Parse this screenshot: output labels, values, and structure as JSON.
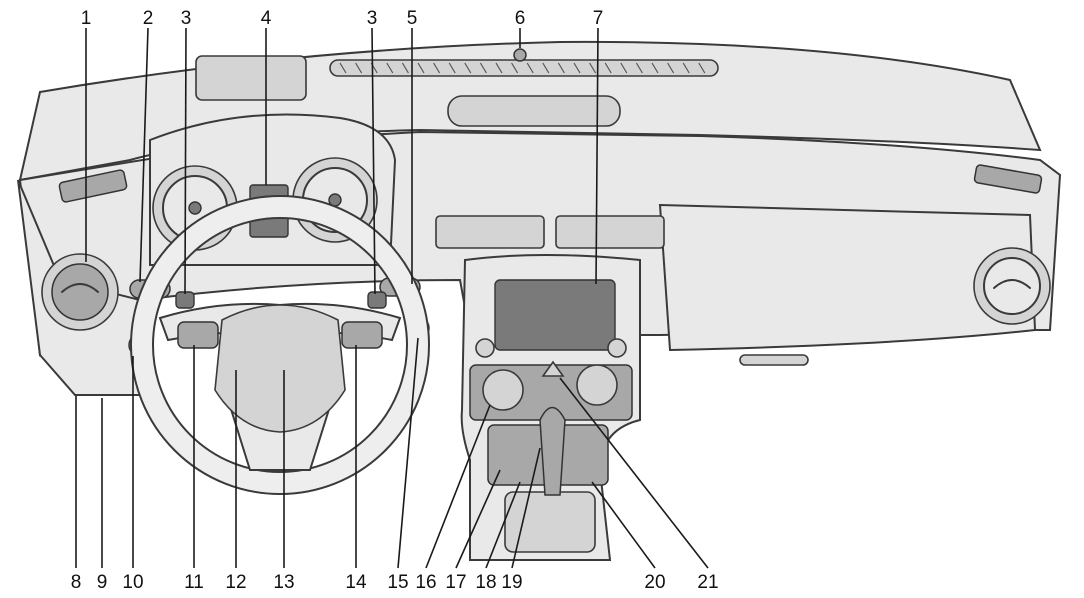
{
  "callouts_top": [
    {
      "id": "1",
      "label": "1"
    },
    {
      "id": "2",
      "label": "2"
    },
    {
      "id": "3a",
      "label": "3"
    },
    {
      "id": "4",
      "label": "4"
    },
    {
      "id": "3b",
      "label": "3"
    },
    {
      "id": "5",
      "label": "5"
    },
    {
      "id": "6",
      "label": "6"
    },
    {
      "id": "7",
      "label": "7"
    }
  ],
  "callouts_bottom": [
    {
      "id": "8",
      "label": "8"
    },
    {
      "id": "9",
      "label": "9"
    },
    {
      "id": "10",
      "label": "10"
    },
    {
      "id": "11",
      "label": "11"
    },
    {
      "id": "12",
      "label": "12"
    },
    {
      "id": "13",
      "label": "13"
    },
    {
      "id": "14",
      "label": "14"
    },
    {
      "id": "15",
      "label": "15"
    },
    {
      "id": "16",
      "label": "16"
    },
    {
      "id": "17",
      "label": "17"
    },
    {
      "id": "18",
      "label": "18"
    },
    {
      "id": "19",
      "label": "19"
    },
    {
      "id": "20",
      "label": "20"
    },
    {
      "id": "21",
      "label": "21"
    }
  ],
  "colors": {
    "background": "#ffffff",
    "line": "#3a3a3a",
    "panel": "#e9e9e9"
  }
}
